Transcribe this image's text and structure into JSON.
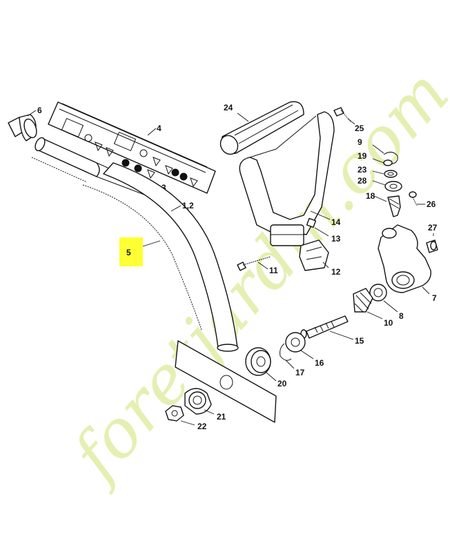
{
  "watermark": {
    "text": "foretjardin.com",
    "color": "#e6efb2",
    "accent_color": "#f6c98d"
  },
  "highlight": {
    "label": "5",
    "color": "#ffff33"
  },
  "callouts": [
    {
      "id": "c6",
      "label": "6"
    },
    {
      "id": "c4",
      "label": "4"
    },
    {
      "id": "c3",
      "label": "3"
    },
    {
      "id": "c1_2",
      "label": "1,2"
    },
    {
      "id": "c24",
      "label": "24"
    },
    {
      "id": "c25",
      "label": "25"
    },
    {
      "id": "c14",
      "label": "14"
    },
    {
      "id": "c13",
      "label": "13"
    },
    {
      "id": "c12",
      "label": "12"
    },
    {
      "id": "c11",
      "label": "11"
    },
    {
      "id": "c9",
      "label": "9"
    },
    {
      "id": "c19",
      "label": "19"
    },
    {
      "id": "c23",
      "label": "23"
    },
    {
      "id": "c28",
      "label": "28"
    },
    {
      "id": "c18",
      "label": "18"
    },
    {
      "id": "c26",
      "label": "26"
    },
    {
      "id": "c27",
      "label": "27"
    },
    {
      "id": "c7",
      "label": "7"
    },
    {
      "id": "c8",
      "label": "8"
    },
    {
      "id": "c10",
      "label": "10"
    },
    {
      "id": "c15",
      "label": "15"
    },
    {
      "id": "c16",
      "label": "16"
    },
    {
      "id": "c17",
      "label": "17"
    },
    {
      "id": "c20",
      "label": "20"
    },
    {
      "id": "c21",
      "label": "21"
    },
    {
      "id": "c22",
      "label": "22"
    }
  ]
}
